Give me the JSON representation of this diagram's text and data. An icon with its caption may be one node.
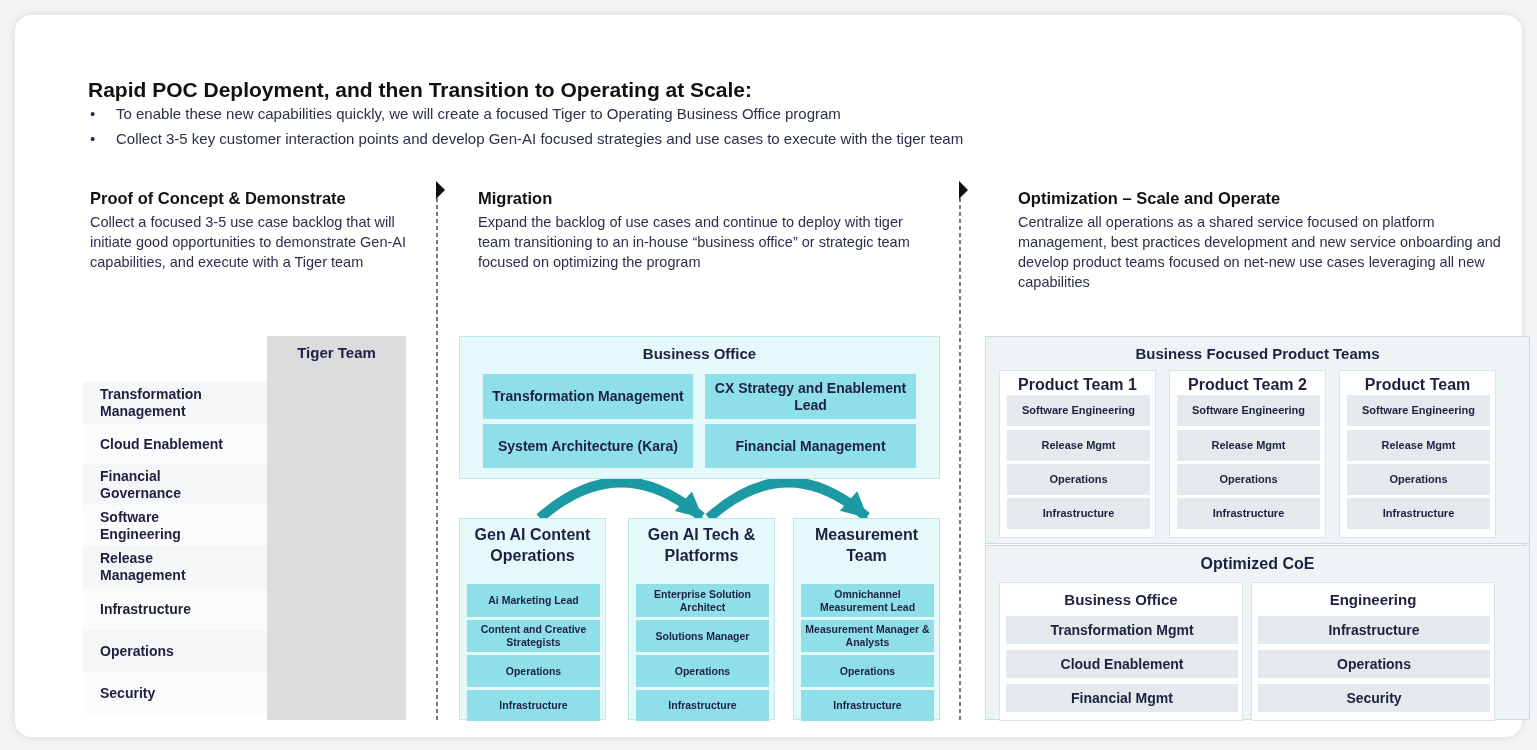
{
  "diagram": {
    "title": "Rapid POC Deployment, and then Transition to Operating at Scale:",
    "nodes": [
      {
        "text": [
          "Tiger Team"
        ]
      },
      {
        "text": [
          "Transformation Management"
        ]
      },
      {
        "text": [
          "Cloud Enablement"
        ]
      },
      {
        "text": [
          "Financial Governance"
        ]
      },
      {
        "text": [
          "Software Engineering"
        ]
      },
      {
        "text": [
          "Release Management"
        ]
      },
      {
        "text": [
          "Infrastructure"
        ]
      },
      {
        "text": [
          "Operations"
        ]
      },
      {
        "text": [
          "Security"
        ]
      },
      {
        "text": [
          "Business Office"
        ]
      },
      {
        "text": [
          "Transformation Management"
        ],
        "in": 9
      },
      {
        "text": [
          "CX Strategy and Enablement Lead"
        ],
        "in": 9
      },
      {
        "text": [
          "System Architecture (Kara)"
        ],
        "in": 9
      },
      {
        "text": [
          "Financial Management"
        ],
        "in": 9
      },
      {
        "text": [
          "Gen AI Content Operations"
        ]
      },
      {
        "text": [
          "Ai Marketing Lead"
        ],
        "in": 14
      },
      {
        "text": [
          "Content and Creative Strategists"
        ],
        "in": 14
      },
      {
        "text": [
          "Operations"
        ],
        "in": 14
      },
      {
        "text": [
          "Infrastructure"
        ],
        "in": 14
      },
      {
        "text": [
          "Gen AI Tech & Platforms"
        ]
      },
      {
        "text": [
          "Enterprise Solution Architect"
        ],
        "in": 19
      },
      {
        "text": [
          "Solutions Manager"
        ],
        "in": 19
      },
      {
        "text": [
          "Operations"
        ],
        "in": 19
      },
      {
        "text": [
          "Infrastructure"
        ],
        "in": 19
      },
      {
        "text": [
          "Measurement Team"
        ]
      },
      {
        "text": [
          "Omnichannel Measurement Lead"
        ],
        "in": 24
      },
      {
        "text": [
          "Measurement Manager & Analysts"
        ],
        "in": 24
      },
      {
        "text": [
          "Operations"
        ],
        "in": 24
      },
      {
        "text": [
          "Infrastructure"
        ],
        "in": 24
      },
      {
        "text": [
          "Business Focused Product Teams"
        ]
      },
      {
        "text": [
          "Product Team 1"
        ],
        "in": 29
      },
      {
        "text": [
          "Software Engineering"
        ],
        "in": 30
      },
      {
        "text": [
          "Release Mgmt"
        ],
        "in": 30
      },
      {
        "text": [
          "Operations"
        ],
        "in": 30
      },
      {
        "text": [
          "Infrastructure"
        ],
        "in": 30
      },
      {
        "text": [
          "Product Team 2"
        ],
        "in": 29
      },
      {
        "text": [
          "Software Engineering"
        ],
        "in": 35
      },
      {
        "text": [
          "Release Mgmt"
        ],
        "in": 35
      },
      {
        "text": [
          "Operations"
        ],
        "in": 35
      },
      {
        "text": [
          "Infrastructure"
        ],
        "in": 35
      },
      {
        "text": [
          "Product Team"
        ],
        "in": 29
      },
      {
        "text": [
          "Software Engineering"
        ],
        "in": 40
      },
      {
        "text": [
          "Release Mgmt"
        ],
        "in": 40
      },
      {
        "text": [
          "Operations"
        ],
        "in": 40
      },
      {
        "text": [
          "Infrastructure"
        ],
        "in": 40
      },
      {
        "text": [
          "Optimized CoE"
        ]
      },
      {
        "text": [
          "Business Office"
        ],
        "in": 45
      },
      {
        "text": [
          "Transformation Mgmt"
        ],
        "in": 46
      },
      {
        "text": [
          "Cloud Enablement"
        ],
        "in": 46
      },
      {
        "text": [
          "Financial Mgmt"
        ],
        "in": 46
      },
      {
        "text": [
          "Engineering"
        ],
        "in": 45
      },
      {
        "text": [
          "Infrastructure"
        ],
        "in": 50
      },
      {
        "text": [
          "Operations"
        ],
        "in": 50
      },
      {
        "text": [
          "Security"
        ],
        "in": 50
      }
    ],
    "edges": [
      {
        "from": 14,
        "to": 19,
        "arrow": "to"
      },
      {
        "from": 19,
        "to": 24,
        "arrow": "to"
      }
    ],
    "labels": [
      "•",
      "To enable these new capabilities quickly, we will create a focused Tiger to Operating Business Office program",
      "•",
      "Collect 3-5 key customer interaction points and develop Gen-AI focused strategies and use cases to execute with the tiger team",
      "Proof of Concept & Demonstrate",
      "Collect a focused 3-5 use case backlog that will initiate good opportunities to demonstrate Gen-AI capabilities, and execute with a Tiger team",
      "Migration",
      "Expand the backlog of use cases and continue to deploy with tiger team transitioning to an in-house “business office” or strategic team focused on optimizing the program",
      "Optimization – Scale and Operate",
      "Centralize all operations as a shared service focused on platform management, best practices development and new service onboarding and develop product teams focused on net-new use cases leveraging all new capabilities"
    ]
  }
}
